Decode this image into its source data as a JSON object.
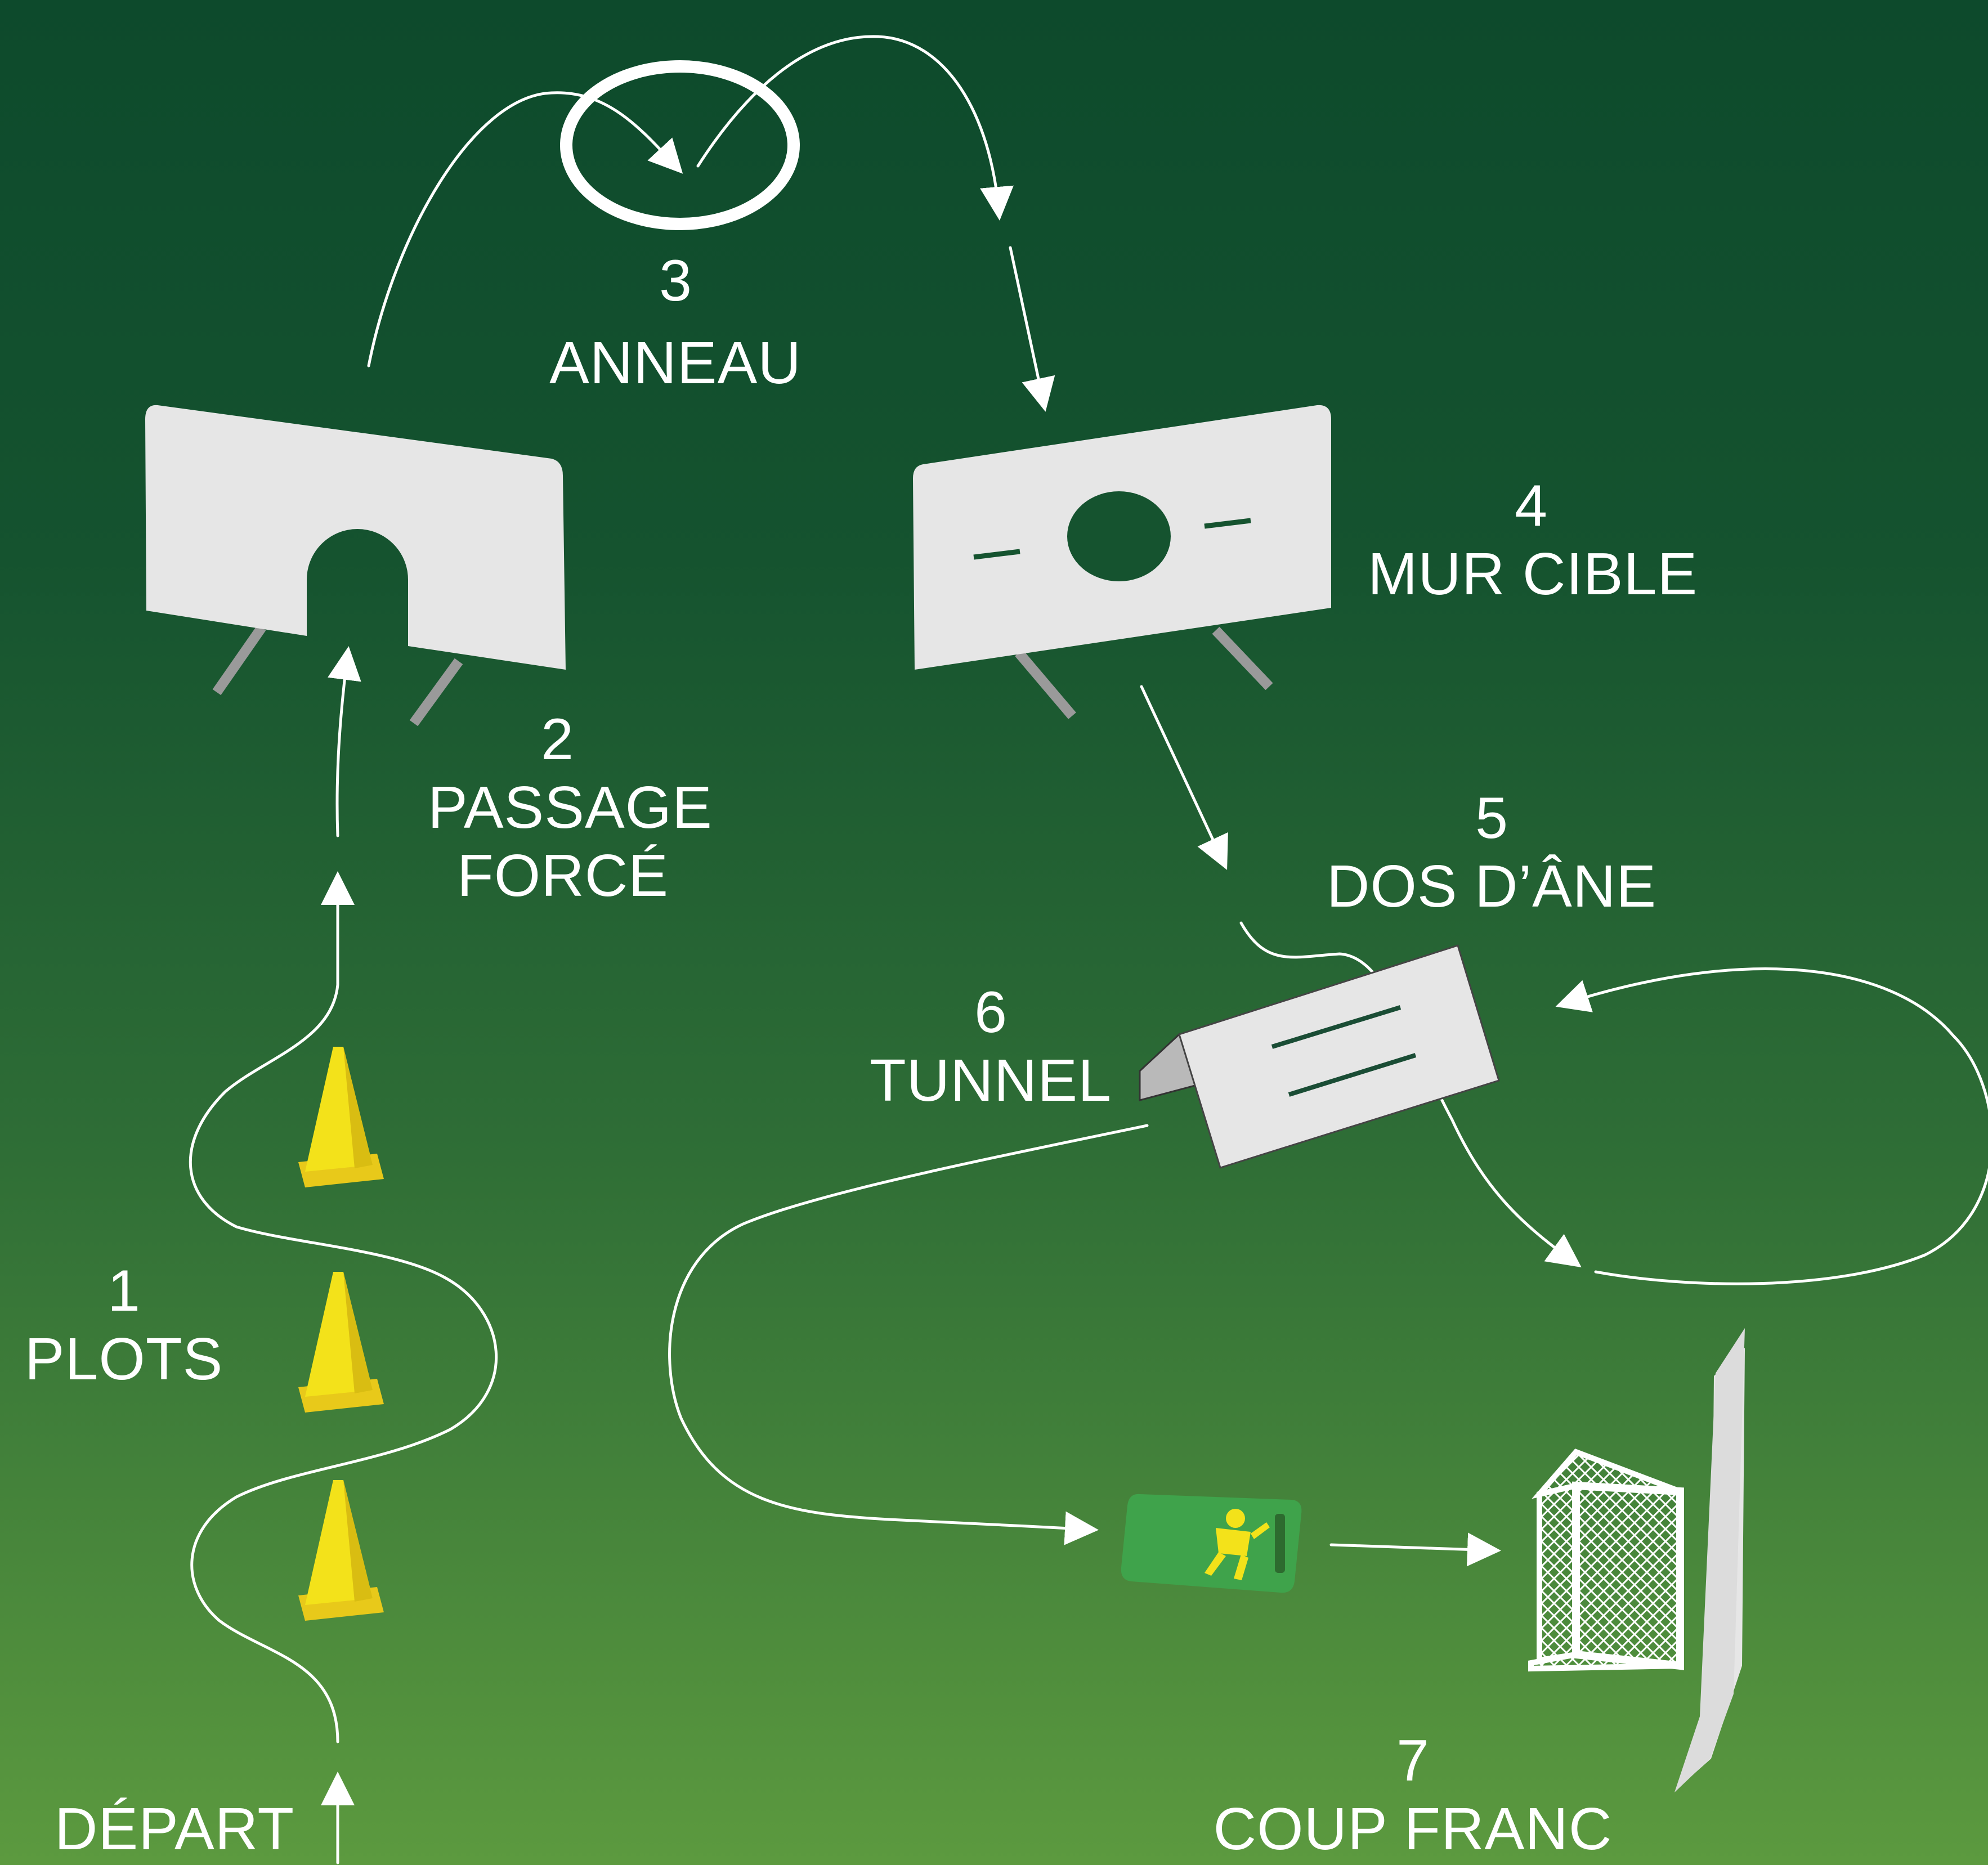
{
  "stations": [
    {
      "number": "1",
      "name": "PLOTS"
    },
    {
      "number": "2",
      "name_line1": "PASSAGE",
      "name_line2": "FORCÉ"
    },
    {
      "number": "3",
      "name": "ANNEAU"
    },
    {
      "number": "4",
      "name": "MUR CIBLE"
    },
    {
      "number": "5",
      "name": "DOS D’ÂNE"
    },
    {
      "number": "6",
      "name": "TUNNEL"
    },
    {
      "number": "7",
      "name": "COUP FRANC"
    }
  ],
  "start_label": "DÉPART",
  "colors": {
    "background_top": "#0d4a2c",
    "background_bottom": "#5c9a3f",
    "path_line": "#ffffff",
    "equipment_panel": "#e6e6e6",
    "cone": "#f3e21a",
    "free_kick_mat": "#3fa34b",
    "free_kick_figure": "#f3e21a"
  },
  "icons": [
    "traffic-cone-icon",
    "arch-wall-icon",
    "ring-icon",
    "target-wall-icon",
    "a-frame-icon",
    "goal-net-icon",
    "player-mat-icon"
  ]
}
